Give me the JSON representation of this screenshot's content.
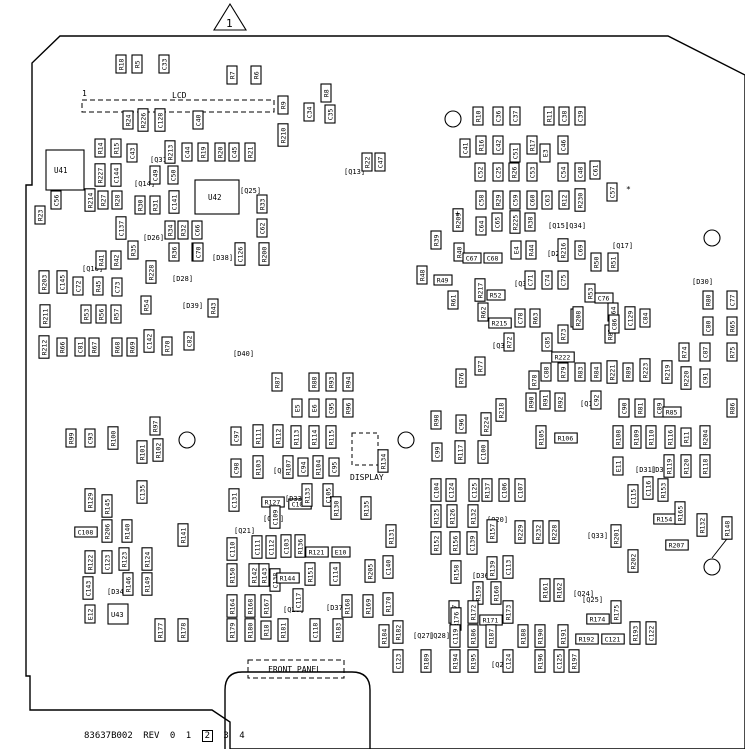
{
  "revision_marker": "1",
  "footer": {
    "part_number": "83637B002",
    "rev_label": "REV",
    "revisions": [
      "0",
      "1",
      "2",
      "3",
      "4"
    ],
    "current_revision_index": 2
  },
  "labels": {
    "lcd": "LCD",
    "lcd_pin": "1",
    "display": "DISPLAY",
    "front_panel": "FRONT PANEL",
    "plus_sign": "+",
    "star_sign": "*"
  },
  "ics": [
    "U41",
    "U42",
    "U43"
  ],
  "components": [
    "R18",
    "R5",
    "C33",
    "R7",
    "R6",
    "R9",
    "C34",
    "R8",
    "C35",
    "R24",
    "R226",
    "C128",
    "C40",
    "R210",
    "R14",
    "R15",
    "C43",
    "Q31",
    "R213",
    "C44",
    "R19",
    "R20",
    "C45",
    "R21",
    "C56",
    "R214",
    "R27",
    "R28",
    "C141",
    "R30",
    "R31",
    "R32",
    "R33",
    "R34",
    "C66",
    "C62",
    "R227",
    "C144",
    "Q14",
    "C49",
    "C50",
    "Q25",
    "R23",
    "C137",
    "D26",
    "Q13",
    "R22",
    "C47",
    "R36",
    "R37",
    "C70",
    "D38",
    "C126",
    "R200",
    "Q16",
    "R41",
    "R42",
    "R35",
    "R228",
    "D28",
    "R203",
    "C145",
    "C72",
    "R45",
    "C73",
    "R54",
    "D39",
    "R43",
    "R211",
    "R53",
    "R56",
    "R57",
    "R212",
    "R66",
    "C81",
    "R67",
    "R68",
    "R69",
    "C142",
    "R70",
    "C82",
    "D40",
    "R10",
    "C36",
    "C37",
    "R11",
    "C38",
    "C39",
    "C41",
    "R16",
    "C42",
    "R17",
    "E3",
    "C46",
    "C51",
    "C52",
    "C25",
    "R26",
    "C53",
    "C54",
    "C48",
    "C61",
    "C57",
    "C58",
    "R29",
    "C59",
    "C60",
    "C63",
    "R12",
    "R230",
    "R209",
    "C64",
    "C65",
    "R225",
    "R38",
    "Q15",
    "Q34",
    "R39",
    "R40",
    "C67",
    "C68",
    "E4",
    "R44",
    "D27",
    "R216",
    "C69",
    "Q17",
    "R48",
    "R49",
    "R50",
    "R51",
    "R52",
    "R217",
    "Q32",
    "C71",
    "C74",
    "C75",
    "R53",
    "C76",
    "D30",
    "R80",
    "C77",
    "R61",
    "R62",
    "R215",
    "C78",
    "R63",
    "C79",
    "R64",
    "R208",
    "C129",
    "C84",
    "C80",
    "R65",
    "Q3",
    "R72",
    "C85",
    "R73",
    "R82",
    "C86",
    "R222",
    "R74",
    "C87",
    "R75",
    "R76",
    "R77",
    "R78",
    "C88",
    "R79",
    "R83",
    "R84",
    "R221",
    "R89",
    "R223",
    "R219",
    "R220",
    "C91",
    "R90",
    "R91",
    "R92",
    "Q18",
    "C92",
    "R80",
    "R81",
    "C89",
    "C90",
    "R85",
    "R86",
    "R87",
    "R88",
    "R93",
    "R94",
    "E5",
    "E6",
    "C95",
    "R96",
    "R97",
    "R98",
    "C96",
    "R224",
    "R218",
    "R99",
    "C93",
    "R100",
    "R101",
    "R102",
    "C97",
    "R111",
    "R112",
    "R113",
    "R114",
    "R115",
    "C98",
    "R103",
    "Q19",
    "R107",
    "C94",
    "R104",
    "C95",
    "R105",
    "R106",
    "R108",
    "R109",
    "R110",
    "R116",
    "R11",
    "R204",
    "C99",
    "R117",
    "C100",
    "E11",
    "D31",
    "D32",
    "R119",
    "R120",
    "R118",
    "C131",
    "R127",
    "C102",
    "D33",
    "R133",
    "C105",
    "R134",
    "R135",
    "C135",
    "R129",
    "R145",
    "C108",
    "R206",
    "R140",
    "R141",
    "Q21",
    "Q22",
    "C109",
    "C110",
    "C111",
    "C112",
    "C103",
    "R136",
    "R121",
    "E10",
    "R122",
    "C123",
    "R123",
    "R124",
    "R130",
    "R131",
    "C104",
    "C124",
    "C125",
    "R137",
    "C106",
    "C107",
    "R125",
    "R126",
    "R132",
    "Q20",
    "R229",
    "R232",
    "R228",
    "Q33",
    "C115",
    "C116",
    "R153",
    "R154",
    "R165",
    "R132",
    "R148",
    "R207",
    "C143",
    "D34",
    "R146",
    "R149",
    "E12",
    "R150",
    "R142",
    "R143",
    "C138",
    "R144",
    "R151",
    "C114",
    "R205",
    "C140",
    "R152",
    "R156",
    "C139",
    "R157",
    "R158",
    "D36",
    "R139",
    "C113",
    "R159",
    "R160",
    "R161",
    "R162",
    "Q24",
    "Q25",
    "R201",
    "R202",
    "R164",
    "R168",
    "R167",
    "Q26",
    "C117",
    "D37",
    "R168",
    "R169",
    "R170",
    "R147",
    "R172",
    "R171",
    "R173",
    "R174",
    "R175",
    "R176",
    "R177",
    "R178",
    "R179",
    "R180",
    "R18",
    "R181",
    "C118",
    "R183",
    "R184",
    "R182",
    "Q27",
    "Q28",
    "C119",
    "R186",
    "R187",
    "R188",
    "R190",
    "R191",
    "R192",
    "C121",
    "R193",
    "C122",
    "C123",
    "R189",
    "R194",
    "R195",
    "Q29",
    "C124",
    "R196",
    "C125",
    "R197"
  ]
}
